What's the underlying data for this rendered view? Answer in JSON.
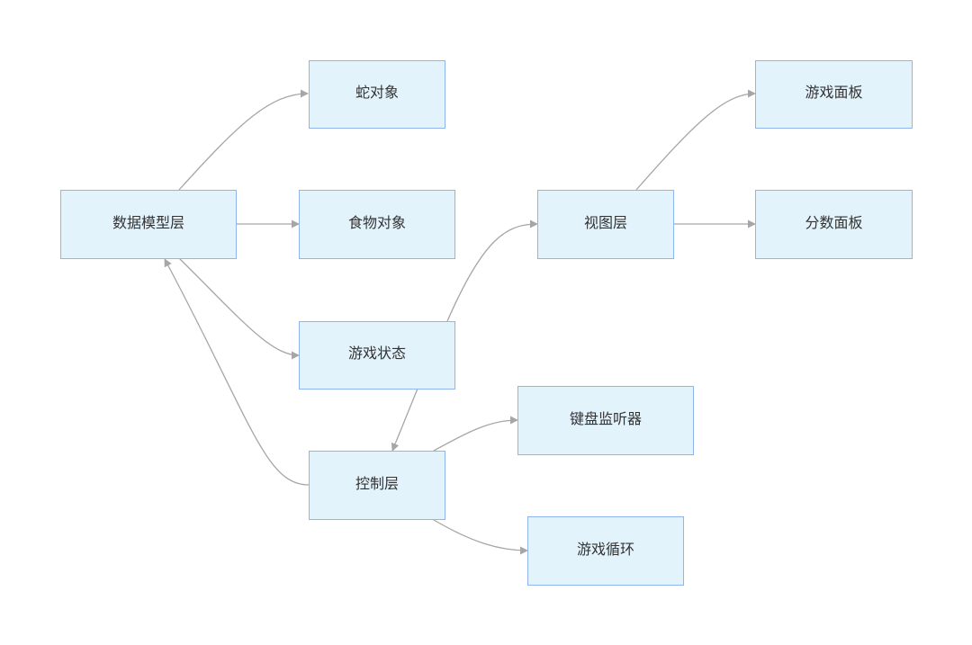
{
  "diagram": {
    "type": "flowchart",
    "nodes": [
      {
        "id": "data_model",
        "label": "数据模型层"
      },
      {
        "id": "snake",
        "label": "蛇对象"
      },
      {
        "id": "food",
        "label": "食物对象"
      },
      {
        "id": "game_state",
        "label": "游戏状态"
      },
      {
        "id": "control",
        "label": "控制层"
      },
      {
        "id": "view",
        "label": "视图层"
      },
      {
        "id": "game_panel",
        "label": "游戏面板"
      },
      {
        "id": "score_panel",
        "label": "分数面板"
      },
      {
        "id": "keyboard",
        "label": "键盘监听器"
      },
      {
        "id": "game_loop",
        "label": "游戏循环"
      }
    ],
    "edges": [
      {
        "from": "data_model",
        "to": "snake"
      },
      {
        "from": "data_model",
        "to": "food"
      },
      {
        "from": "data_model",
        "to": "game_state"
      },
      {
        "from": "control",
        "to": "data_model"
      },
      {
        "from": "game_state",
        "to": "view"
      },
      {
        "from": "game_state",
        "to": "control"
      },
      {
        "from": "view",
        "to": "game_panel"
      },
      {
        "from": "view",
        "to": "score_panel"
      },
      {
        "from": "control",
        "to": "keyboard"
      },
      {
        "from": "control",
        "to": "game_loop"
      }
    ],
    "colors": {
      "node_fill": "#e3f3fc",
      "node_border": "#8fb4ee",
      "edge": "#a6a6a6",
      "text": "#333333"
    }
  }
}
